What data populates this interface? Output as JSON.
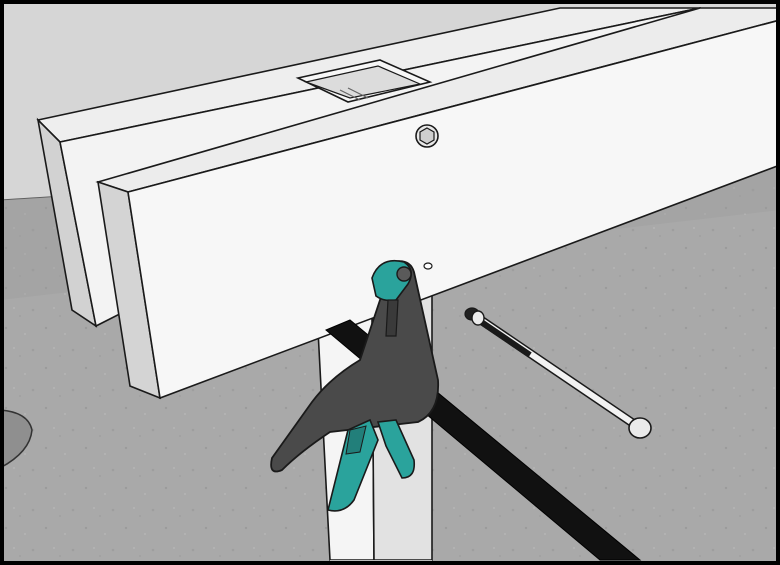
{
  "illustration": {
    "kind": "assembly-instruction-render",
    "parts": [
      "wall",
      "floor",
      "rear-beam",
      "front-beam",
      "support-post",
      "clamp",
      "bolt",
      "washer",
      "nut"
    ],
    "colors": {
      "floor": "#a9a9a9",
      "wall": "#d7d7d7",
      "beam_face": "#f6f6f6",
      "beam_edge": "#d4d4d4",
      "clamp_body": "#4a4a4a",
      "clamp_accent": "#2aa39c",
      "bar": "#111111",
      "outline": "#1a1a1a"
    }
  }
}
